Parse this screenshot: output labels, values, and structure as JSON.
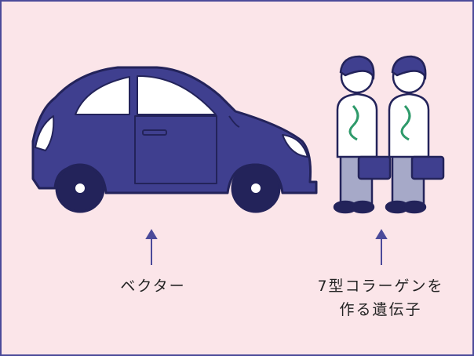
{
  "colors": {
    "background": "#fbe5e9",
    "border": "#4b4a9a",
    "car": "#3f3f8f",
    "outline": "#23235a"
  },
  "labels": {
    "vector": "ベクター",
    "gene_line1": "7型コラーゲンを",
    "gene_line2": "作る遺伝子"
  }
}
